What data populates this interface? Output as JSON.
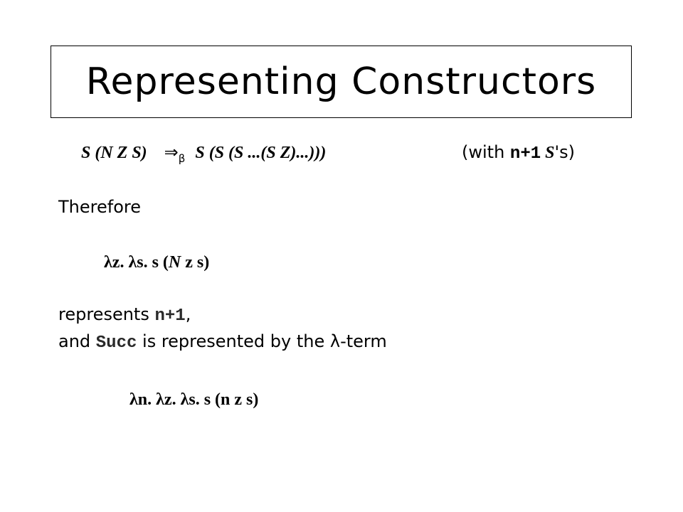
{
  "slide": {
    "title": "Representing Constructors",
    "equation": {
      "lhs": "S (N Z S)",
      "arrow": "⇒",
      "arrow_sub": "β",
      "rhs": "S (S (S ...(S Z)...)))",
      "note_open": "(with ",
      "note_code": "n+1",
      "note_var": "S",
      "note_tail": "'s)"
    },
    "therefore": "Therefore",
    "term1": {
      "lead": "λz. λs. s (",
      "var": "N",
      "rest": " z s)"
    },
    "represents": {
      "text": "represents ",
      "code": "n+1",
      "tail": ","
    },
    "succ_line": {
      "text": "and ",
      "code": "Succ",
      "tail": " is represented by the λ-term"
    },
    "term2": "λn. λz. λs. s (n z s)"
  }
}
